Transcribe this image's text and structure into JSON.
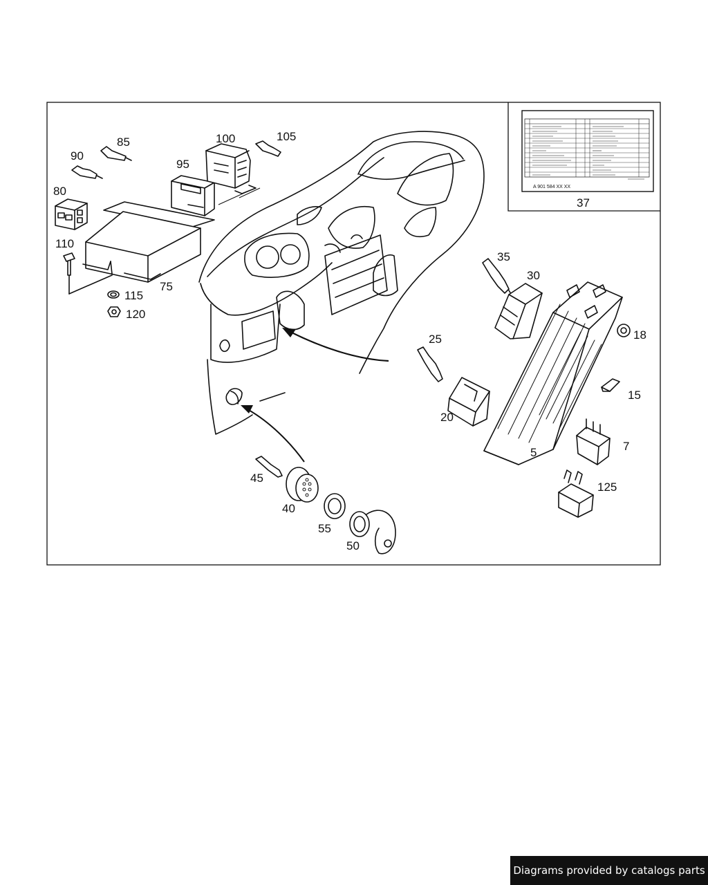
{
  "callouts": {
    "c5": "5",
    "c7": "7",
    "c15": "15",
    "c18": "18",
    "c20": "20",
    "c25": "25",
    "c30": "30",
    "c35": "35",
    "c37": "37",
    "c40": "40",
    "c45": "45",
    "c50": "50",
    "c55": "55",
    "c75": "75",
    "c80": "80",
    "c85": "85",
    "c90": "90",
    "c95": "95",
    "c100": "100",
    "c105": "105",
    "c110": "110",
    "c115": "115",
    "c120": "120",
    "c125": "125"
  },
  "label_card": {
    "part_number": "A 901 584 XX XX"
  },
  "footer": {
    "credit": "Diagrams provided by catalogs parts"
  }
}
